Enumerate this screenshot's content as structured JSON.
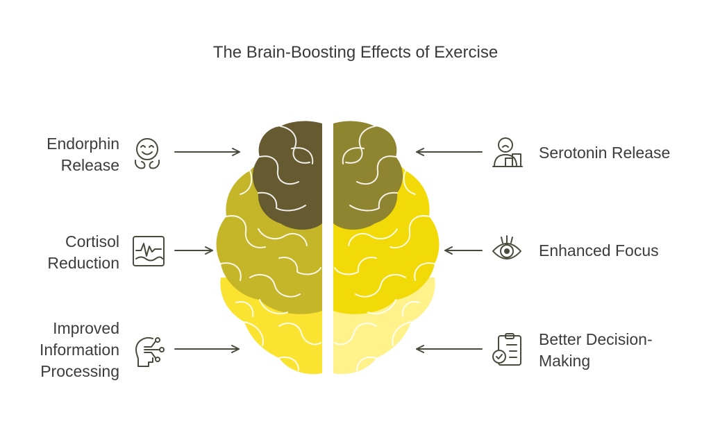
{
  "title": "The Brain-Boosting Effects of Exercise",
  "colors": {
    "text": "#3c3c3c",
    "arrow": "#4a4a3c",
    "left_top": "#655a30",
    "left_middle": "#c4b628",
    "left_bottom": "#fbe332",
    "right_top": "#8f842f",
    "right_middle": "#f2da08",
    "right_bottom": "#fff28a"
  },
  "items": {
    "endorphin": {
      "lines": [
        "Endorphin",
        "Release"
      ],
      "icon": "happy-face-icon"
    },
    "cortisol": {
      "lines": [
        "Cortisol",
        "Reduction"
      ],
      "icon": "wave-chart-icon"
    },
    "information": {
      "lines": [
        "Improved",
        "Information",
        "Processing"
      ],
      "icon": "head-circuit-icon"
    },
    "serotonin": {
      "lines": [
        "Serotonin Release"
      ],
      "icon": "person-podium-icon"
    },
    "focus": {
      "lines": [
        "Enhanced Focus"
      ],
      "icon": "eye-focus-icon"
    },
    "decision": {
      "lines": [
        "Better Decision-",
        "Making"
      ],
      "icon": "checklist-icon"
    }
  }
}
